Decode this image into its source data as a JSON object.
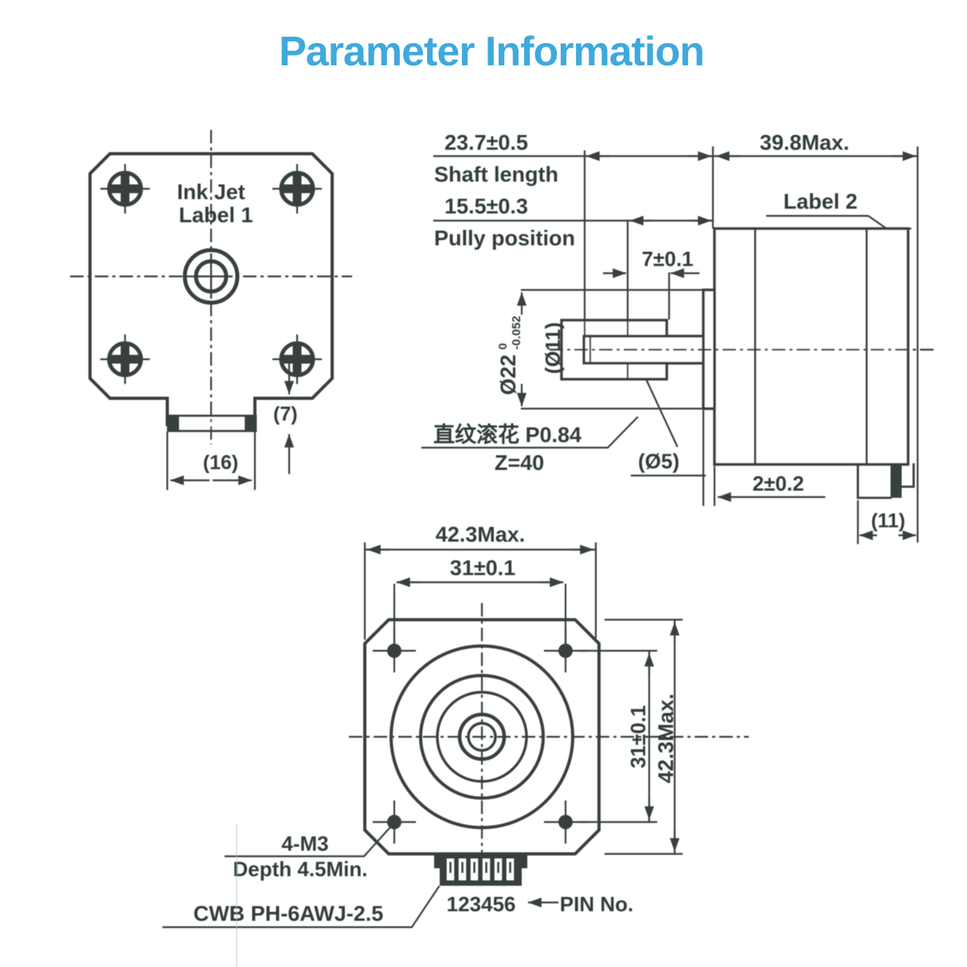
{
  "title": "Parameter Information",
  "colors": {
    "accent": "#3FA9DC",
    "ink": "#37413D"
  },
  "front_view": {
    "label_line1": "Ink Jet",
    "label_line2": "Label 1",
    "dim_connector_height": "(7)",
    "dim_connector_width": "(16)"
  },
  "side_view": {
    "dim_shaft_length_value": "23.7±0.5",
    "dim_shaft_length_label": "Shaft length",
    "dim_pulley_position_value": "15.5±0.3",
    "dim_pulley_position_label": "Pully position",
    "dim_knurl_width": "7±0.1",
    "dim_body_length": "39.8Max.",
    "label2": "Label 2",
    "dim_boss_dia": "Ø22",
    "boss_tol_upper": "0",
    "boss_tol_lower": "-0.052",
    "dim_pulley_dia": "(Ø11)",
    "knurl_note": "直纹滚花 P0.84",
    "knurl_teeth": "Z=40",
    "dim_shaft_dia": "(Ø5)",
    "dim_boss_protrusion": "2±0.2",
    "dim_rear_connector": "(11)"
  },
  "bottom_view": {
    "dim_width_max": "42.3Max.",
    "dim_hole_spacing_h": "31±0.1",
    "dim_hole_spacing_v": "31±0.1",
    "dim_height_max": "42.3Max.",
    "screw_spec": "4-M3",
    "screw_depth": "Depth 4.5Min.",
    "connector_model": "CWB PH-6AWJ-2.5",
    "pin_numbers": "123456",
    "pin_label": "PIN No."
  }
}
